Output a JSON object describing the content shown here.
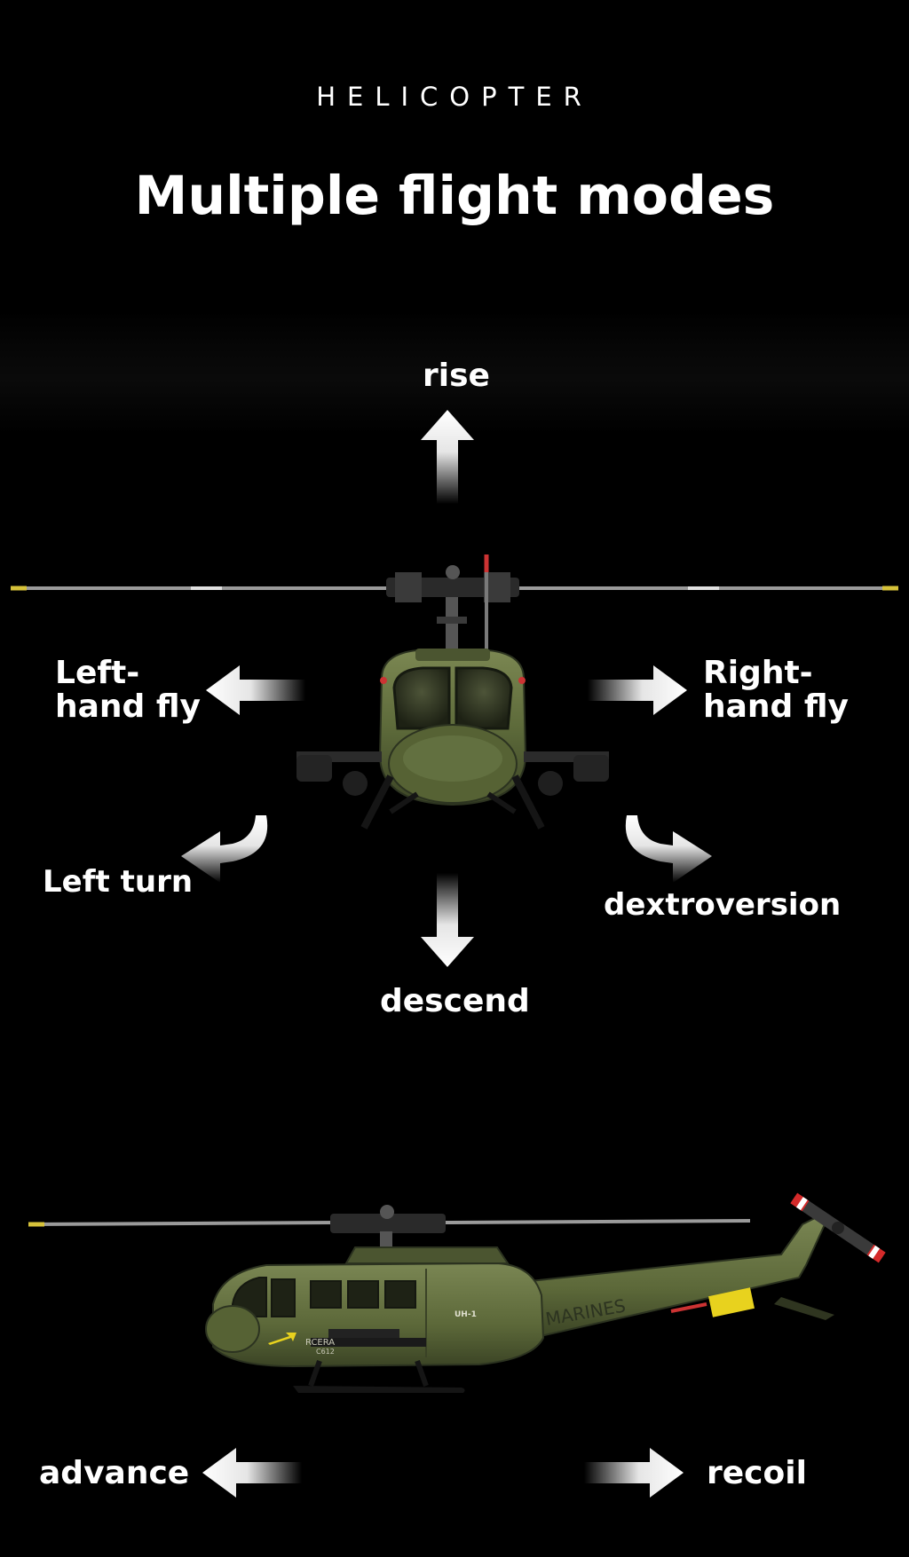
{
  "header": {
    "eyebrow": "HELICOPTER",
    "title": "Multiple flight modes"
  },
  "front_view": {
    "rise": "rise",
    "left_hand_fly": "Left-\nhand fly",
    "right_hand_fly": "Right-\nhand fly",
    "left_turn": "Left turn",
    "dextroversion": "dextroversion",
    "descend": "descend"
  },
  "side_view": {
    "advance": "advance",
    "recoil": "recoil",
    "fuselage_text": "MARINES",
    "model_code": "UH-1",
    "brand_text": "RCERA",
    "brand_model": "C612"
  },
  "colors": {
    "background": "#000000",
    "text": "#ffffff",
    "helicopter_green": "#5f6b3e",
    "tail_accent": "#e8d21e",
    "rotor_tip_red": "#d42a2a"
  }
}
